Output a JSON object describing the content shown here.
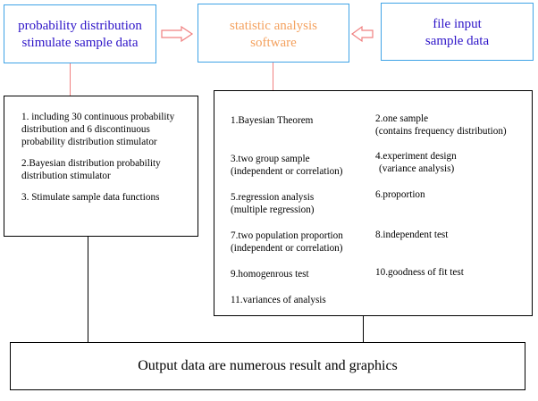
{
  "nodes": {
    "left_top": {
      "line1": "probability distribution",
      "line2": "stimulate sample data"
    },
    "center_top": {
      "line1": "statistic analysis",
      "line2": "software"
    },
    "right_top": {
      "line1": "file input",
      "line2": "sample data"
    },
    "left_list": {
      "items": [
        {
          "l1": "1. including 30 continuous probability",
          "l2": "distribution and 6 discontinuous",
          "l3": "probability distribution stimulator"
        },
        {
          "l1": "2.Bayesian distribution probability",
          "l2": "distribution stimulator",
          "l3": ""
        },
        {
          "l1": "3. Stimulate sample data functions",
          "l2": "",
          "l3": ""
        }
      ]
    },
    "center_list": {
      "items": [
        {
          "l1": "1.Bayesian Theorem",
          "l2": ""
        },
        {
          "l1": "2.one sample",
          "l2": "(contains frequency distribution)"
        },
        {
          "l1": "3.two group sample",
          "l2": "(independent or correlation)"
        },
        {
          "l1": "4.experiment design",
          "l2": "(variance analysis)"
        },
        {
          "l1": "5.regression analysis",
          "l2": "(multiple regression)"
        },
        {
          "l1": "6.proportion",
          "l2": ""
        },
        {
          "l1": "7.two population proportion",
          "l2": "(independent or correlation)"
        },
        {
          "l1": "8.independent test",
          "l2": ""
        },
        {
          "l1": "9.homogenrous test",
          "l2": ""
        },
        {
          "l1": "10.goodness of fit test",
          "l2": ""
        },
        {
          "l1": "11.variances of analysis",
          "l2": ""
        }
      ]
    },
    "output": {
      "text": "Output data are numerous result and graphics"
    }
  },
  "colors": {
    "blue_border": "#3fa3e6",
    "purple_text": "#2d14c8",
    "orange_text": "#f4a15e",
    "arrow": "#f08080"
  },
  "icons": [
    "double-arrow-right-icon",
    "double-arrow-left-icon"
  ]
}
